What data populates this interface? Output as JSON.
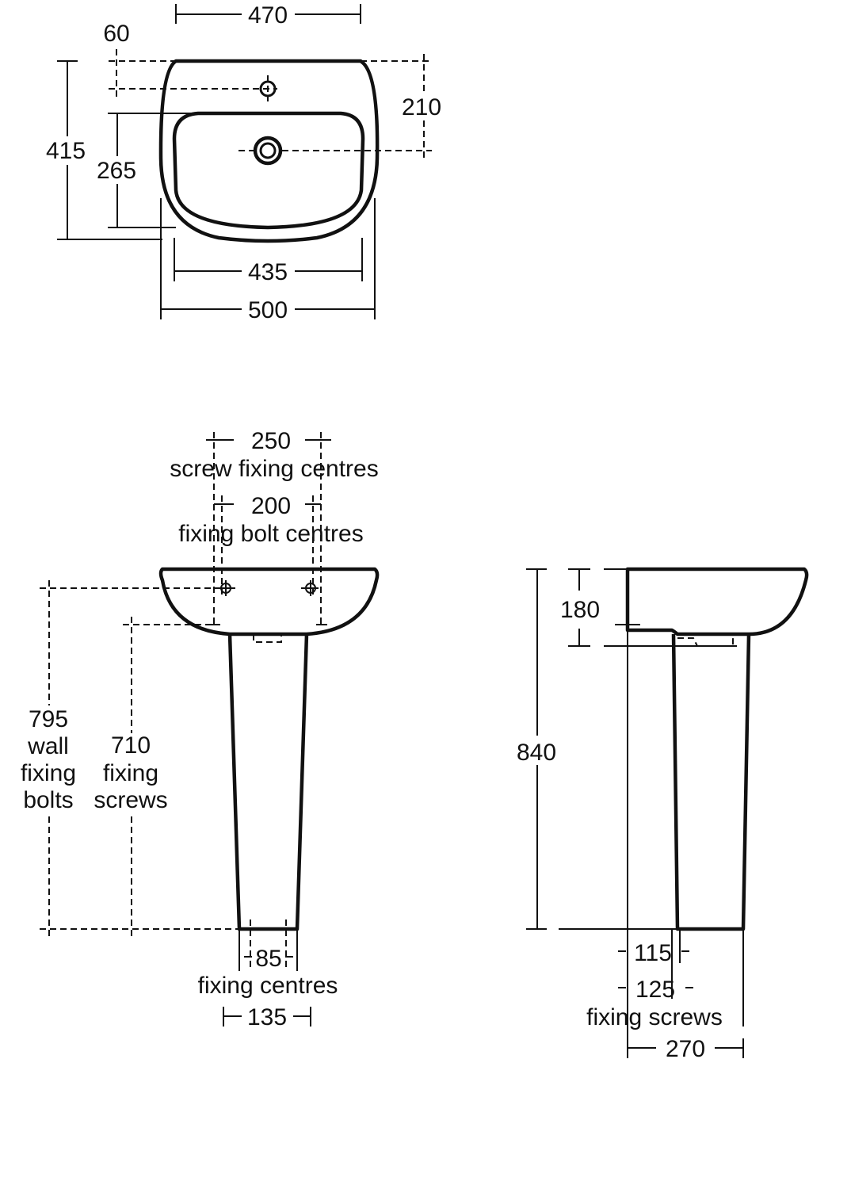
{
  "plan_view": {
    "width_top": "470",
    "tap_offset": "60",
    "depth": "415",
    "bowl_depth": "265",
    "waste_offset": "210",
    "bowl_width": "435",
    "overall_width": "500"
  },
  "front_view": {
    "screw_centres": "250",
    "screw_centres_label": "screw fixing centres",
    "bolt_centres": "200",
    "bolt_centres_label": "fixing bolt centres",
    "wall_bolts_height": "795",
    "wall_bolts_label": [
      "wall",
      "fixing",
      "bolts"
    ],
    "screws_height": "710",
    "screws_label": [
      "fixing",
      "screws"
    ],
    "floor_fixing": "85",
    "floor_fixing_label": "fixing centres",
    "pedestal_base": "135"
  },
  "side_view": {
    "basin_height": "180",
    "overall_height": "840",
    "screw_115": "115",
    "screw_125": "125",
    "screws_label": "fixing screws",
    "projection": "270"
  }
}
